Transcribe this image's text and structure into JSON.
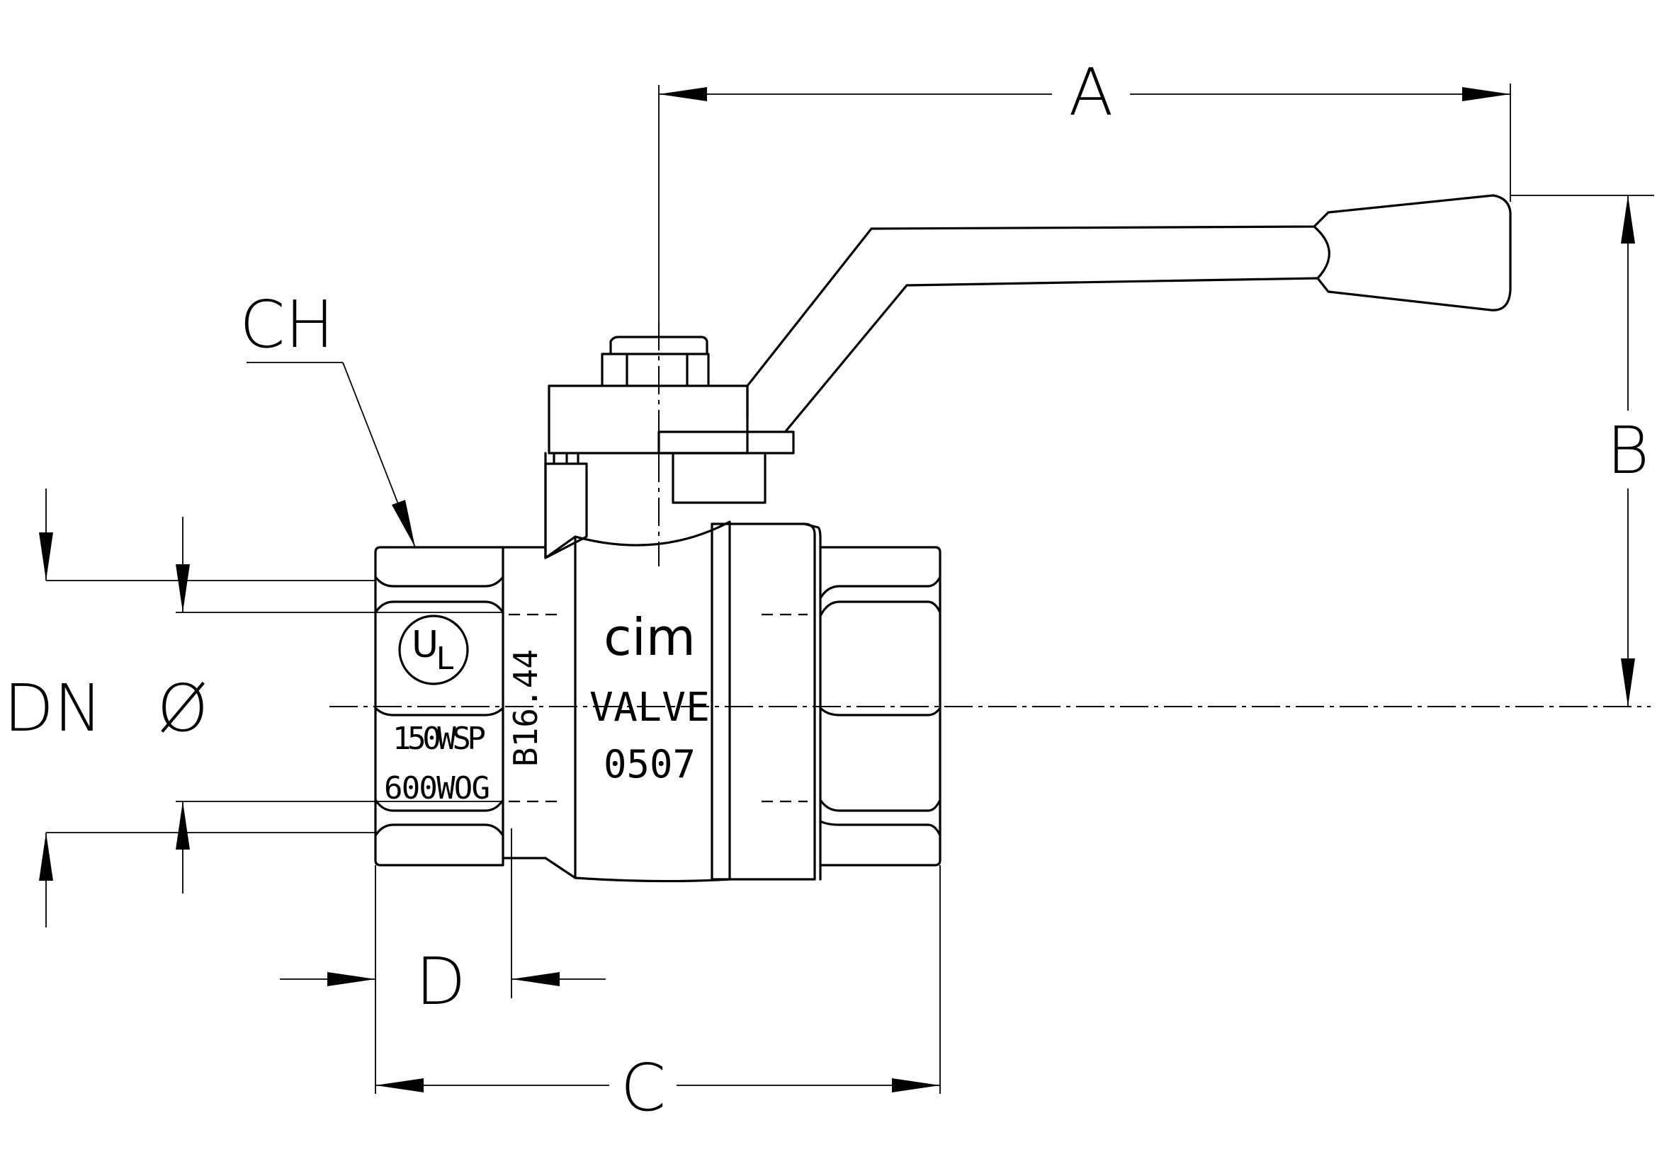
{
  "dimensions": {
    "a": "A",
    "b": "B",
    "c": "C",
    "d": "D",
    "ch": "CH",
    "dn": "DN",
    "diameter": "Ø"
  },
  "markings": {
    "brand": "cim",
    "valve": "VALVE",
    "model": "0507",
    "ul_u": "U",
    "ul_l": "L",
    "wsp": "150WSP",
    "wog": "600WOG",
    "standard": "B16.44"
  },
  "colors": {
    "line": "#000000",
    "background": "#ffffff"
  }
}
